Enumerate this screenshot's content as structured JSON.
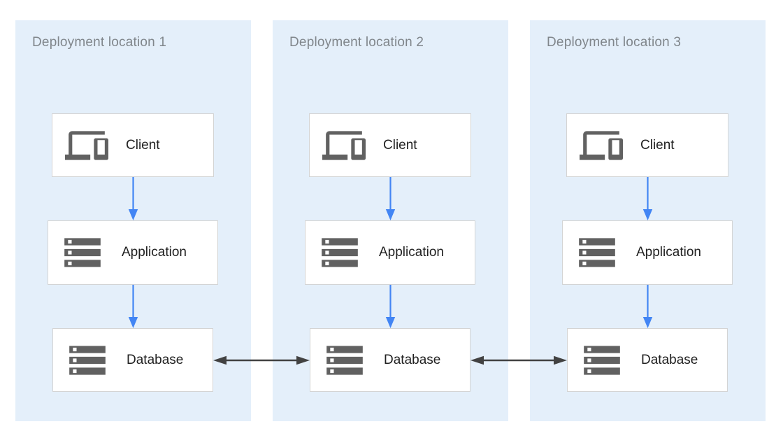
{
  "diagram": {
    "colors": {
      "panel_bg": "#e4effa",
      "node_bg": "#ffffff",
      "node_border": "#d4d4d4",
      "flow_arrow": "#4285f4",
      "replication_arrow": "#424242",
      "icon": "#616161",
      "panel_title": "#80868b",
      "node_label": "#212121"
    },
    "panels": [
      {
        "title": "Deployment location 1",
        "nodes": [
          {
            "label": "Client",
            "icon": "devices-icon"
          },
          {
            "label": "Application",
            "icon": "server-stack-icon"
          },
          {
            "label": "Database",
            "icon": "server-stack-icon"
          }
        ]
      },
      {
        "title": "Deployment location 2",
        "nodes": [
          {
            "label": "Client",
            "icon": "devices-icon"
          },
          {
            "label": "Application",
            "icon": "server-stack-icon"
          },
          {
            "label": "Database",
            "icon": "server-stack-icon"
          }
        ]
      },
      {
        "title": "Deployment location 3",
        "nodes": [
          {
            "label": "Client",
            "icon": "devices-icon"
          },
          {
            "label": "Application",
            "icon": "server-stack-icon"
          },
          {
            "label": "Database",
            "icon": "server-stack-icon"
          }
        ]
      }
    ]
  }
}
